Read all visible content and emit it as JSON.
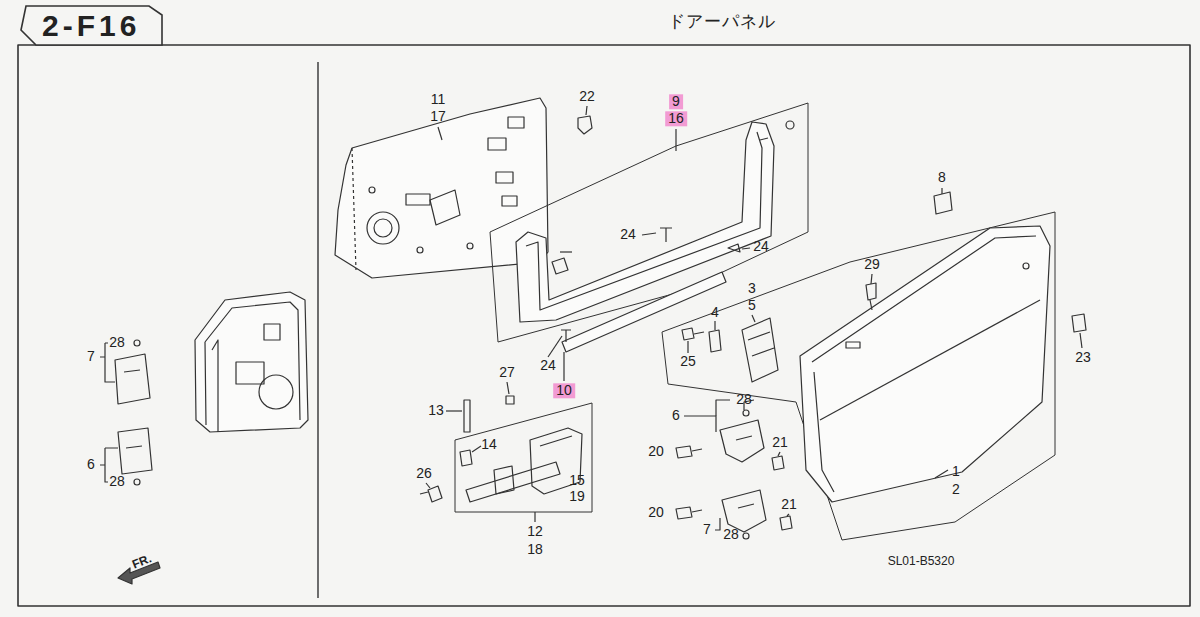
{
  "diagram": {
    "title": "ドアーパネル",
    "nodes": [
      {
        "text": [
          "2-F16"
        ]
      }
    ],
    "labels": [
      "11",
      "17",
      "22",
      "9",
      "16",
      "8",
      "24",
      "24",
      "29",
      "3",
      "5",
      "4",
      "28",
      "7",
      "25",
      "23",
      "24",
      "27",
      "10",
      "28",
      "13",
      "6",
      "21",
      "14",
      "20",
      "6",
      "1",
      "26",
      "28",
      "15",
      "2",
      "19",
      "21",
      "20",
      "7",
      "28",
      "12",
      "18",
      "SL01-B5320",
      "FR."
    ]
  }
}
